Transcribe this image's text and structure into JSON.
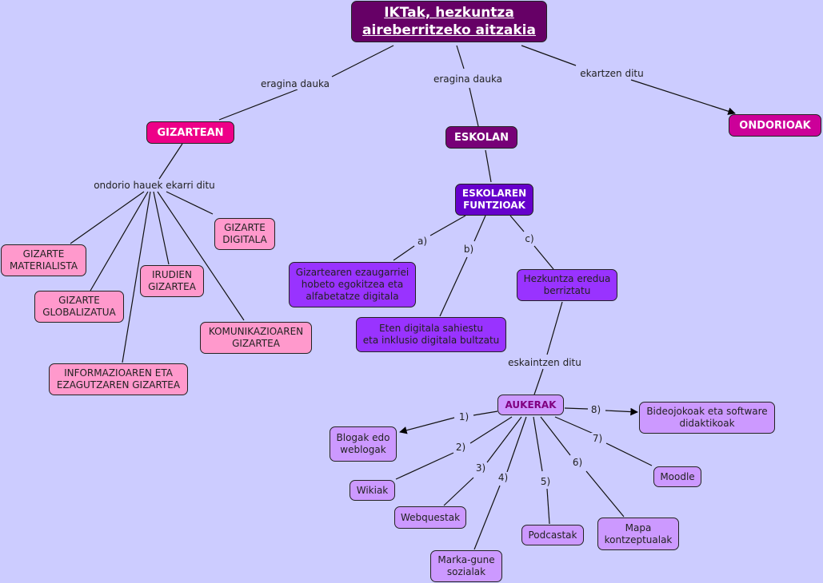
{
  "title": "IKTak, hezkuntza\naireberritzeko aitzakia",
  "nodes": {
    "root": "IKTak, hezkuntza\naireberritzeko aitzakia",
    "gizartean": "GIZARTEAN",
    "eskolan": "ESKOLAN",
    "ondorioak": "ONDORIOAK",
    "funtzioak": "ESKOLAREN\nFUNTZIOAK",
    "materialista": "GIZARTE\nMATERIALISTA",
    "globalizatua": "GIZARTE\nGLOBALIZATUA",
    "irudien": "IRUDIEN\nGIZARTEA",
    "digitala": "GIZARTE\nDIGITALA",
    "komunikazio": "KOMUNIKAZIOAREN\nGIZARTEA",
    "informazio": "INFORMAZIOAREN ETA\nEZAGUTZAREN GIZARTEA",
    "fa": "Gizartearen ezaugarriei\nhobeto egokitzea eta\nalfabetatze digitala",
    "fb": "Eten digitala sahiestu\neta inklusio digitala bultzatu",
    "fc": "Hezkuntza eredua\nberriztatu",
    "aukerak": "AUKERAK",
    "blogak": "Blogak edo\nweblogak",
    "wikiak": "Wikiak",
    "webquestak": "Webquestak",
    "marka": "Marka-gune\nsozialak",
    "podcastak": "Podcastak",
    "mapa": "Mapa\nkontzeptualak",
    "moodle": "Moodle",
    "bideojokoak": "Bideojokoak eta software\ndidaktikoak"
  },
  "links": {
    "eragina1": "eragina dauka",
    "eragina2": "eragina dauka",
    "ekartzen": "ekartzen ditu",
    "ondorio": "ondorio hauek ekarri ditu",
    "a": "a)",
    "b": "b)",
    "c": "c)",
    "eskaintzen": "eskaintzen ditu",
    "o1": "1)",
    "o2": "2)",
    "o3": "3)",
    "o4": "4)",
    "o5": "5)",
    "o6": "6)",
    "o7": "7)",
    "o8": "8)"
  },
  "colors": {
    "background": "#ccccff",
    "root": "#660066",
    "gizartean": "#ee0088",
    "eskolan": "#770077",
    "ondorioak": "#cc0099",
    "funtzioak": "#6600cc",
    "society": "#ff99cc",
    "functions": "#9933ff",
    "options": "#cc99ff"
  }
}
